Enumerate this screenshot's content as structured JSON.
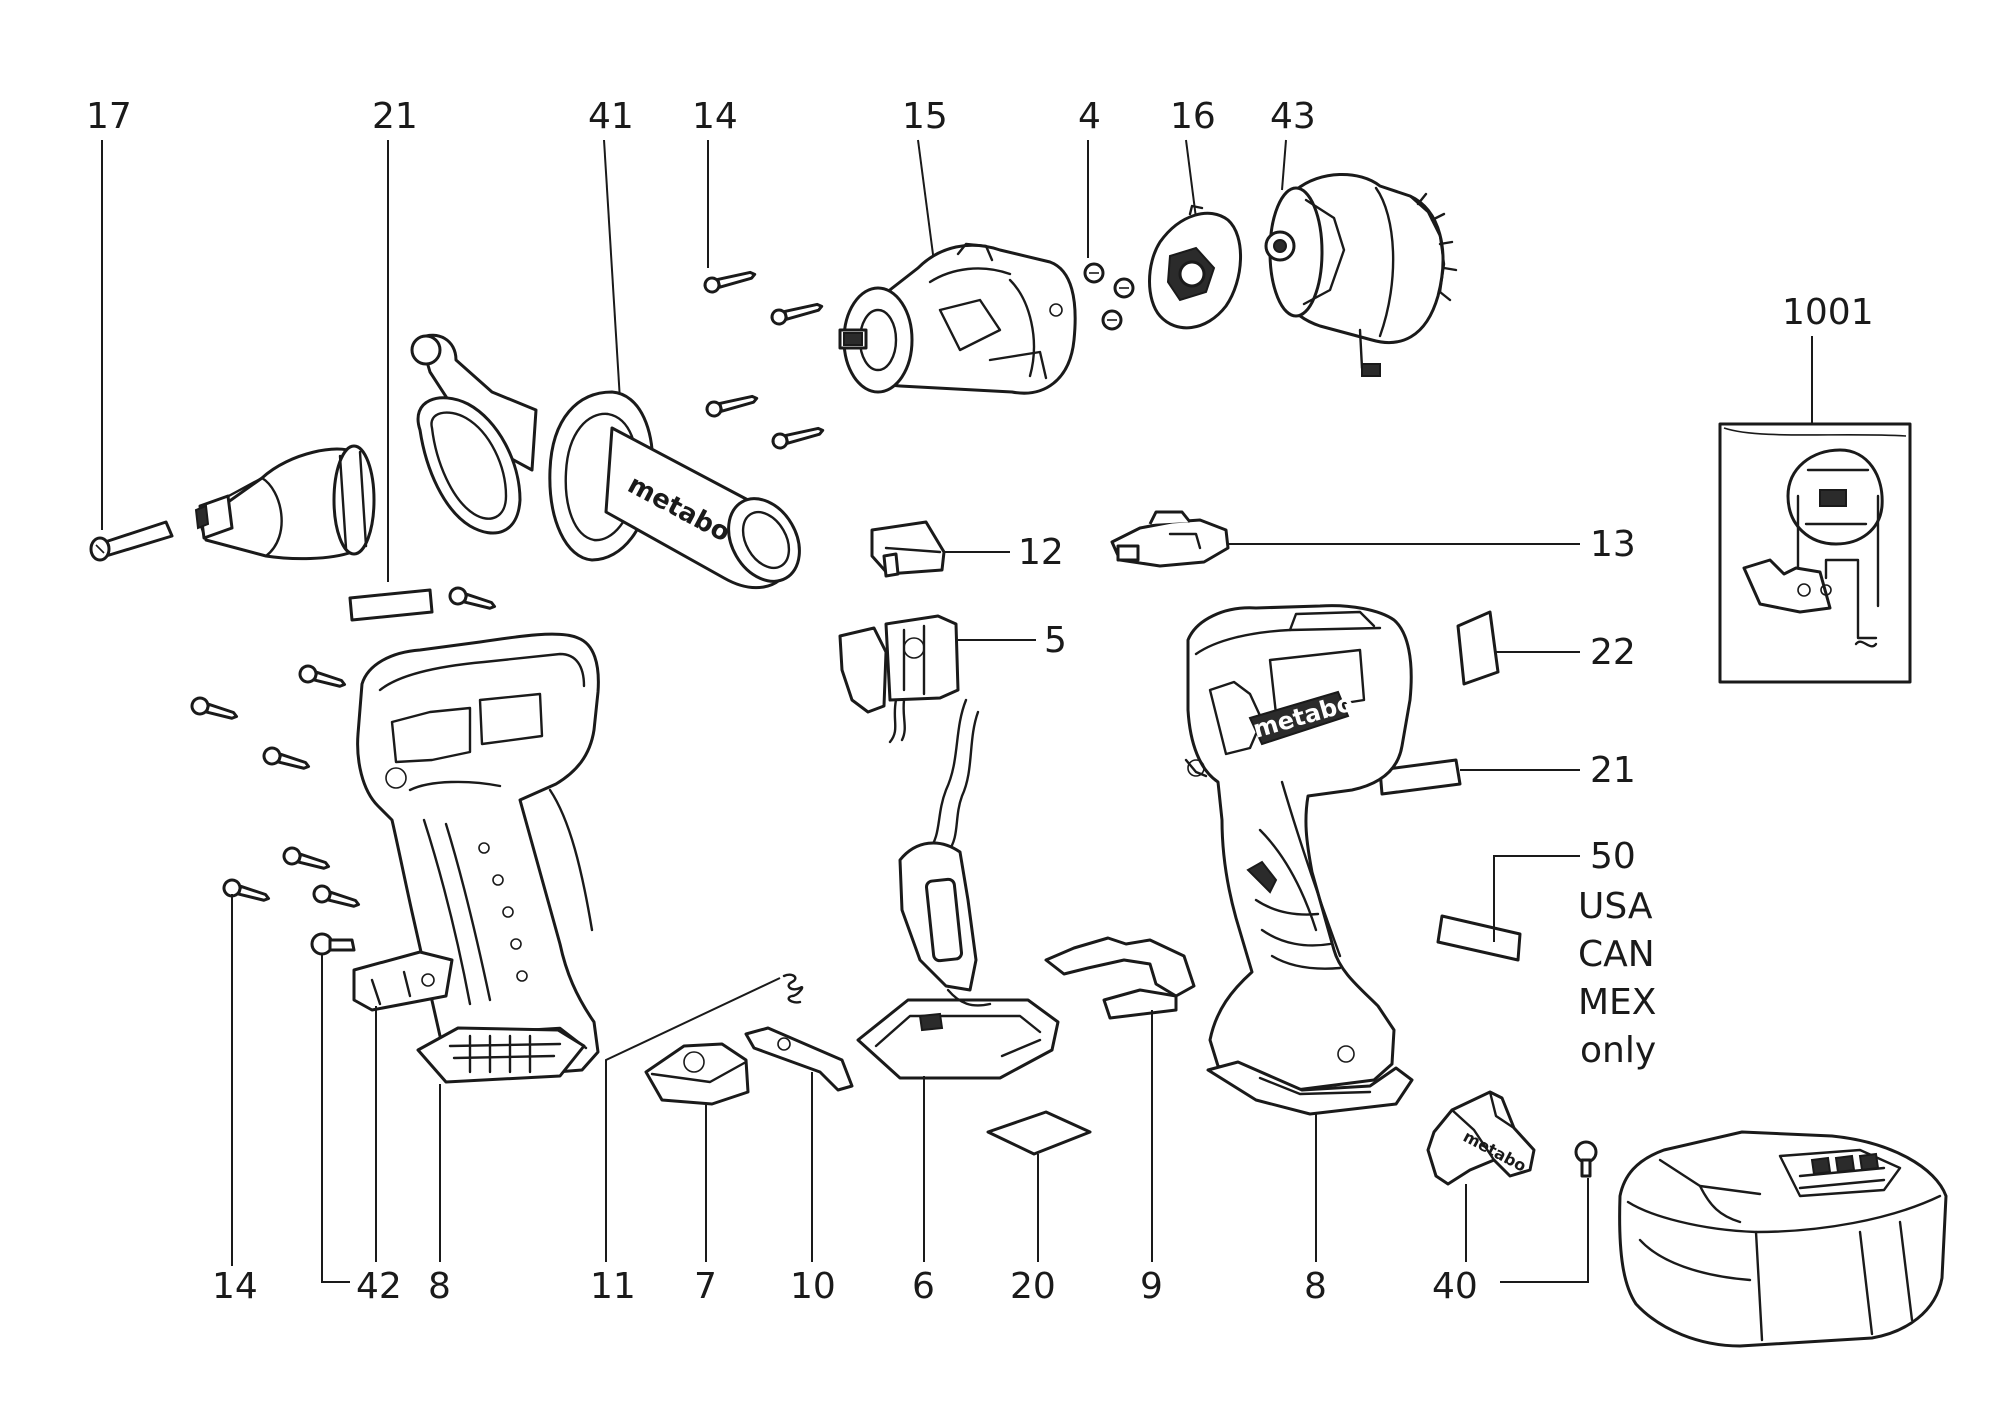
{
  "parts": {
    "p17": "17",
    "p21a": "21",
    "p41": "41",
    "p14a": "14",
    "p15": "15",
    "p4": "4",
    "p16": "16",
    "p43": "43",
    "p1001": "1001",
    "p12": "12",
    "p13": "13",
    "p5": "5",
    "p22": "22",
    "p21b": "21",
    "p50": "50",
    "p14b": "14",
    "p42": "42",
    "p8a": "8",
    "p11": "11",
    "p7": "7",
    "p10": "10",
    "p6": "6",
    "p20": "20",
    "p9": "9",
    "p8b": "8",
    "p40": "40"
  },
  "note_50": [
    "USA",
    "CAN",
    "MEX",
    "only"
  ],
  "brand": "metabo",
  "colors": {
    "line": "#1a1a1a",
    "background": "#ffffff",
    "fill_dark": "#2b2b2b"
  }
}
